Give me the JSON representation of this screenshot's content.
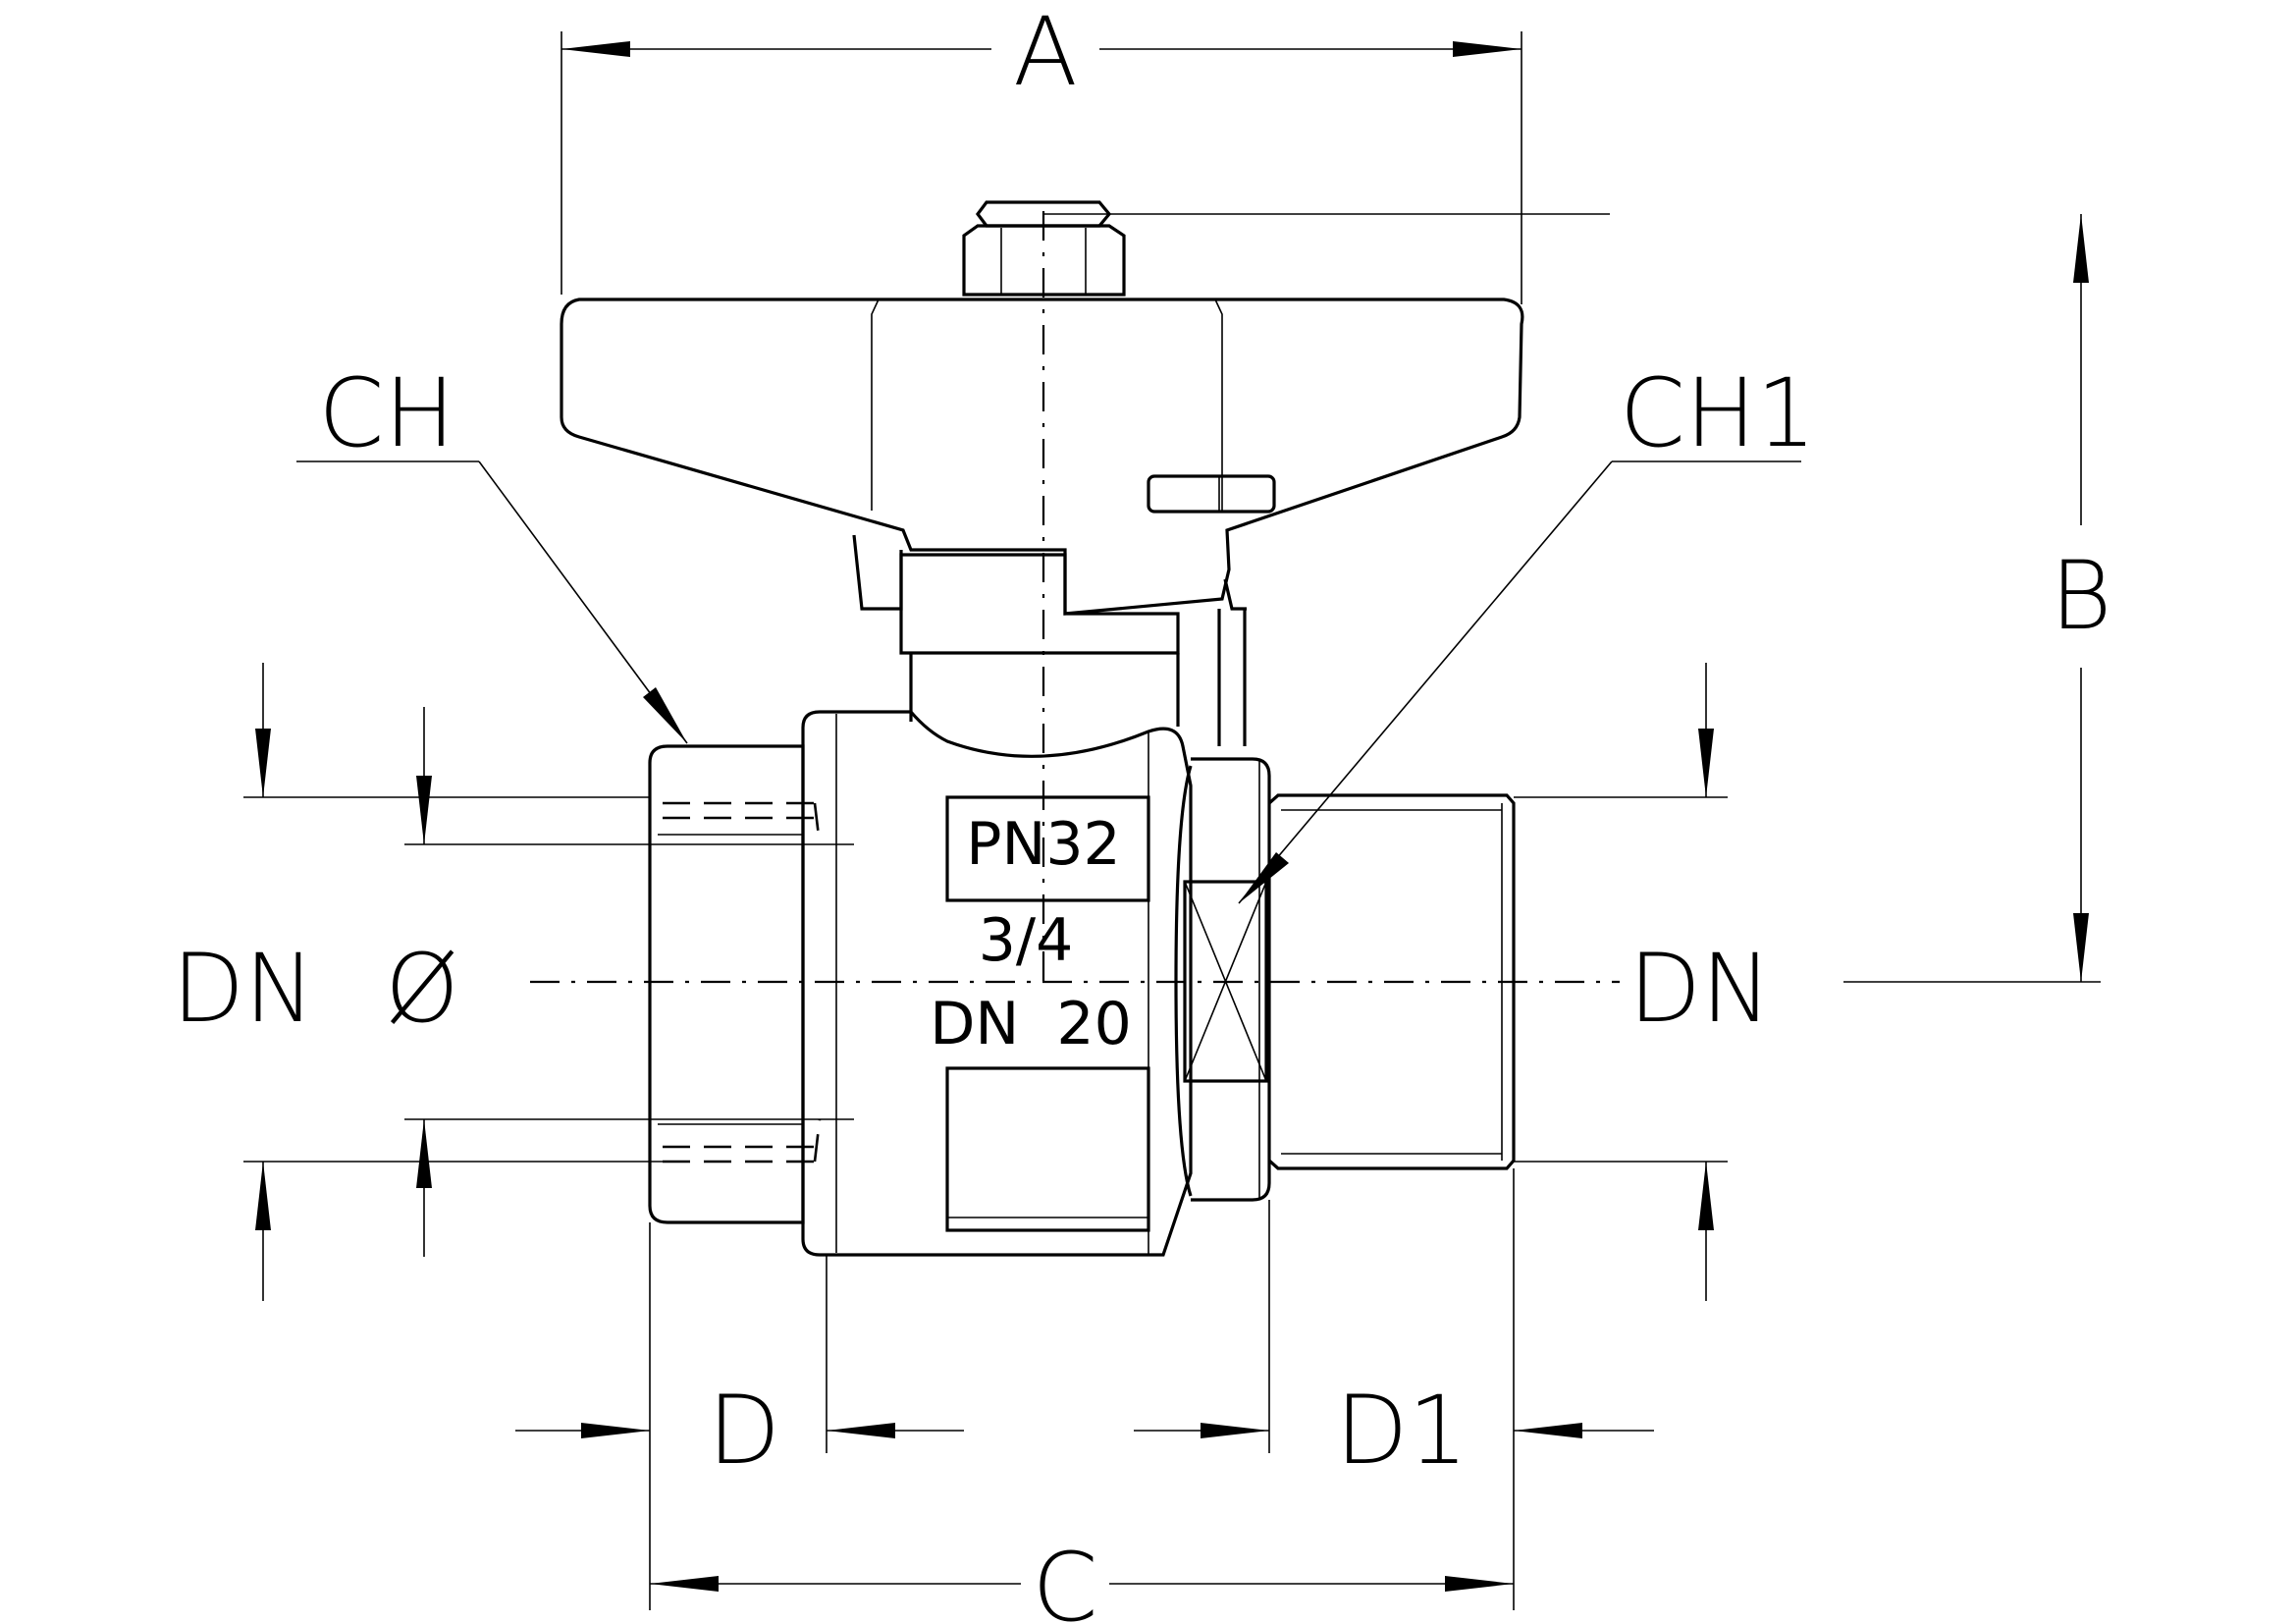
{
  "dimension_labels": {
    "a": "A",
    "b": "B",
    "c": "C",
    "d": "D",
    "d1": "D1",
    "ch": "CH",
    "ch1": "CH1",
    "dn_left": "DN",
    "dia": "Ø",
    "dn_right": "DN"
  },
  "body_markings": {
    "pressure": "PN32",
    "size": "3/4",
    "nominal": "DN  20"
  },
  "colors": {
    "line": "#000000",
    "background": "#ffffff"
  }
}
